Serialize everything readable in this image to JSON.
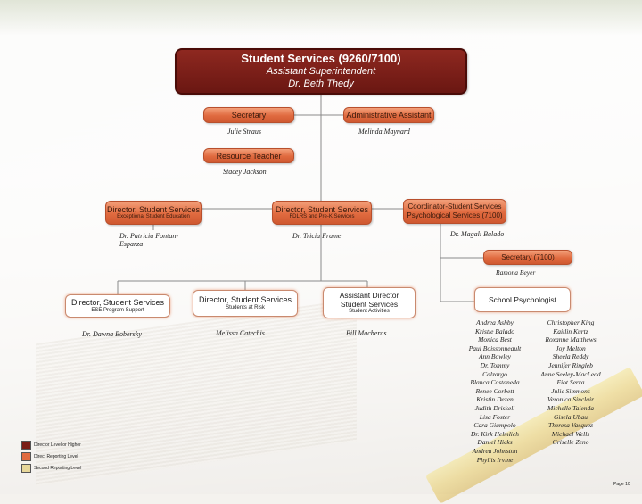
{
  "org": {
    "top": {
      "title": "Student Services (9260/7100)",
      "role": "Assistant Superintendent",
      "name": "Dr. Beth Thedy"
    },
    "secretary": {
      "label": "Secretary",
      "name": "Julie Straus"
    },
    "admin_assistant": {
      "label": "Administrative Assistant",
      "name": "Melinda Maynard"
    },
    "resource_teacher": {
      "label": "Resource Teacher",
      "name": "Stacey Jackson"
    },
    "director_ese": {
      "label": "Director, Student Services",
      "sub": "Exceptional Student Education",
      "name": "Dr. Patricia Fontan-Esparza"
    },
    "director_fdlrs": {
      "label": "Director, Student Services",
      "sub": "FDLRS and Pre-K Services",
      "name": "Dr. Tricia Frame"
    },
    "coord_psych": {
      "label_line1": "Coordinator-Student Services",
      "label_line2": "Psychological Services (7100)",
      "name": "Dr. Magali Balado"
    },
    "secretary_7100": {
      "label": "Secretary (7100)",
      "name": "Ramona Beyer"
    },
    "director_ese_support": {
      "label": "Director, Student Services",
      "sub": "ESE Program Support",
      "name": "Dr. Dawna Bobersky"
    },
    "director_at_risk": {
      "label": "Director, Student Services",
      "sub": "Students at Risk",
      "name": "Melissa Catechis"
    },
    "asst_director": {
      "label_line1": "Assistant Director",
      "label_line2": "Student Services",
      "sub": "Student Activities",
      "name": "Bill Macheras"
    },
    "school_psychologist": {
      "label": "School Psychologist"
    },
    "psychologists_col1": [
      "Andrea Ashby",
      "Kristie Balado",
      "Monica Best",
      "Paul Boissonneault",
      "Ann Bowley",
      "Dr. Tommy",
      "Calzargo",
      "Blanca Castaneda",
      "Renee Corbett",
      "Kristin Dezen",
      "Judith Driskell",
      "Lisa Foster",
      "Cara Giampolo",
      "Dr. Kirk Helmlich",
      "Daniel Hicks",
      "Andrea Johnston",
      "Phyllis Irvine"
    ],
    "psychologists_col2": [
      "Christopher King",
      "Kaitlin Kurtz",
      "Roxanne Matthews",
      "Joy Melton",
      "Sheela Reddy",
      "Jennifer Ringleb",
      "Anne Seeley-MacLeod",
      "Fiot Serra",
      "Julie Simmons",
      "Veronica Sinclair",
      "Michelle Talenda",
      "Gisela Ubau",
      "Theresa Vasquez",
      "Michael Wells",
      "Griselle Zeno"
    ]
  },
  "legend": [
    {
      "label": "Director Level or Higher",
      "color": "#7a1d16"
    },
    {
      "label": "Direct Reporting Level",
      "color": "#e06a3f"
    },
    {
      "label": "Second Reporting Level",
      "color": "#e7d79a"
    }
  ],
  "page_label": "Page 10",
  "colors": {
    "top": "#7a1d16",
    "orange": "#e06a3f",
    "line": "#8a8a8a"
  }
}
